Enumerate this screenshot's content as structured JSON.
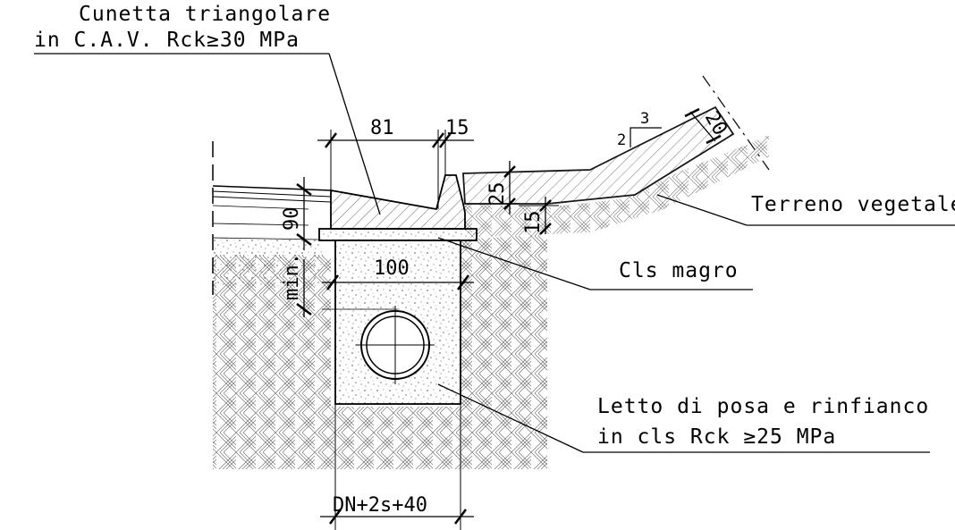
{
  "labels": {
    "cunetta_line1": "Cunetta triangolare",
    "cunetta_line2": "in C.A.V. Rck≥30 MPa",
    "terreno": "Terreno vegetale",
    "cls_magro": "Cls magro",
    "letto_line1": "Letto di posa e rinfianco",
    "letto_line2": "in cls Rck ≥25 MPa"
  },
  "dimensions": {
    "d81": "81",
    "d15_top": "15",
    "d25": "25",
    "d15_side": "15",
    "d90": "90",
    "d100": "100",
    "dmin": "min.",
    "dbottom": "DN+2s+40",
    "slope_h": "3",
    "slope_v": "2",
    "d20": "20"
  },
  "colors": {
    "line": "#000000",
    "hatch": "#555555",
    "stipple": "#777777",
    "background": "#ffffff"
  }
}
